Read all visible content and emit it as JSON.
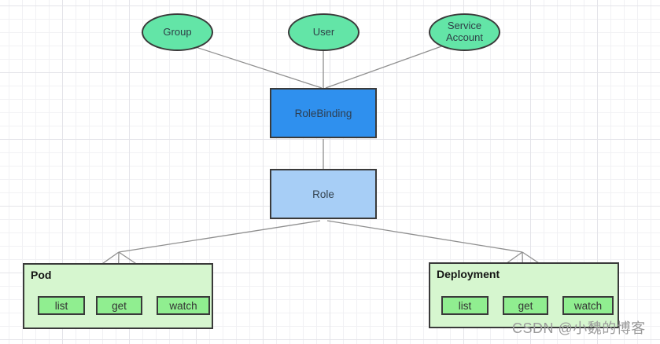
{
  "actors": [
    {
      "id": "group",
      "label": "Group"
    },
    {
      "id": "user",
      "label": "User"
    },
    {
      "id": "service-account",
      "label": "Service Account"
    }
  ],
  "binding": {
    "label": "RoleBinding"
  },
  "role": {
    "label": "Role"
  },
  "resources": [
    {
      "label": "Pod",
      "permissions": [
        "list",
        "get",
        "watch"
      ]
    },
    {
      "label": "Deployment",
      "permissions": [
        "list",
        "get",
        "watch"
      ]
    }
  ],
  "edges": [
    {
      "from": "Group",
      "to": "RoleBinding"
    },
    {
      "from": "User",
      "to": "RoleBinding"
    },
    {
      "from": "Service Account",
      "to": "RoleBinding"
    },
    {
      "from": "RoleBinding",
      "to": "Role"
    },
    {
      "from": "Role",
      "to": "Pod"
    },
    {
      "from": "Role",
      "to": "Deployment"
    },
    {
      "from": "Pod",
      "to": "list"
    },
    {
      "from": "Pod",
      "to": "get"
    },
    {
      "from": "Pod",
      "to": "watch"
    },
    {
      "from": "Deployment",
      "to": "list"
    },
    {
      "from": "Deployment",
      "to": "get"
    },
    {
      "from": "Deployment",
      "to": "watch"
    }
  ],
  "watermark": {
    "text": "CSDN @小魏的博客"
  },
  "colors": {
    "actor_fill": "#63e5a7",
    "rolebinding_fill": "#2f90ee",
    "role_fill": "#a7cef6",
    "resource_group_fill": "#d6f6cf",
    "permission_fill": "#90ee90",
    "shape_border": "#3a3a3a",
    "edge_line": "#8f8f8f",
    "grid_minor": "#f1f1f4",
    "grid_major": "#e4e4e9",
    "watermark_color": "#9a9a9a"
  }
}
